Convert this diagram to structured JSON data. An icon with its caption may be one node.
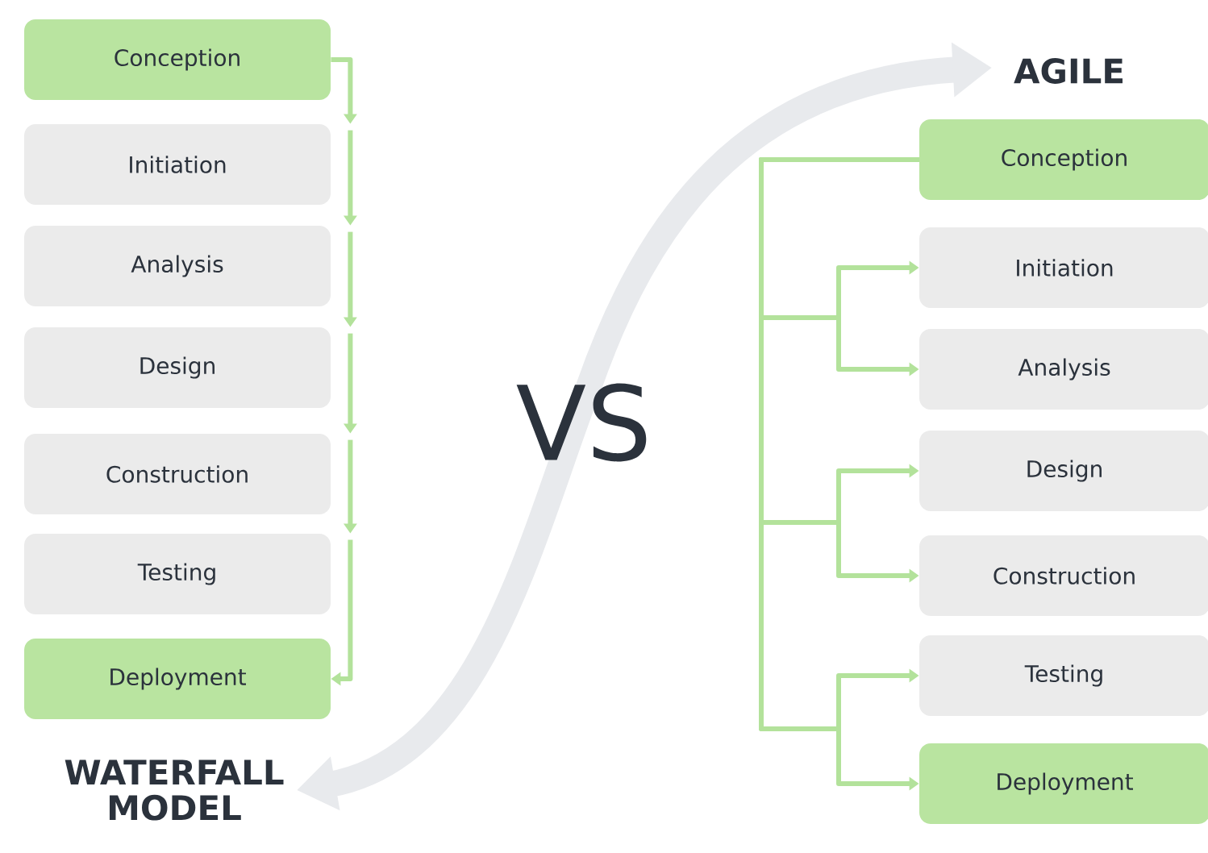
{
  "diagram": {
    "nodes": [
      {
        "text": [
          "Conception"
        ]
      },
      {
        "text": [
          "Initiation"
        ]
      },
      {
        "text": [
          "Analysis"
        ]
      },
      {
        "text": [
          "Design"
        ]
      },
      {
        "text": [
          "Construction"
        ]
      },
      {
        "text": [
          "Testing"
        ]
      },
      {
        "text": [
          "Deployment"
        ]
      },
      {
        "text": [
          "Conception"
        ]
      },
      {
        "text": [
          "Initiation"
        ]
      },
      {
        "text": [
          "Analysis"
        ]
      },
      {
        "text": [
          "Design"
        ]
      },
      {
        "text": [
          "Construction"
        ]
      },
      {
        "text": [
          "Testing"
        ]
      },
      {
        "text": [
          "Deployment"
        ]
      },
      {
        "text": [
          "WATERFALL MODEL"
        ]
      },
      {
        "text": [
          "AGILE"
        ]
      }
    ],
    "edges": [
      {
        "from": 0,
        "to": 1,
        "arrow": "to"
      },
      {
        "from": 1,
        "to": 2,
        "arrow": "to"
      },
      {
        "from": 2,
        "to": 3,
        "arrow": "to"
      },
      {
        "from": 3,
        "to": 4,
        "arrow": "to"
      },
      {
        "from": 4,
        "to": 5,
        "arrow": "to"
      },
      {
        "from": 5,
        "to": 6,
        "arrow": "to"
      },
      {
        "from": 7,
        "to": 8,
        "arrow": "to"
      },
      {
        "from": 7,
        "to": 9,
        "arrow": "to"
      },
      {
        "from": 7,
        "to": 10,
        "arrow": "to"
      },
      {
        "from": 7,
        "to": 11,
        "arrow": "to"
      },
      {
        "from": 7,
        "to": 12,
        "arrow": "to"
      },
      {
        "from": 7,
        "to": 13,
        "arrow": "to"
      },
      {
        "from": 14,
        "to": 15,
        "arrow": "both",
        "style": "thick",
        "color": "#e8eaed"
      }
    ],
    "labels": [
      "VS"
    ]
  }
}
